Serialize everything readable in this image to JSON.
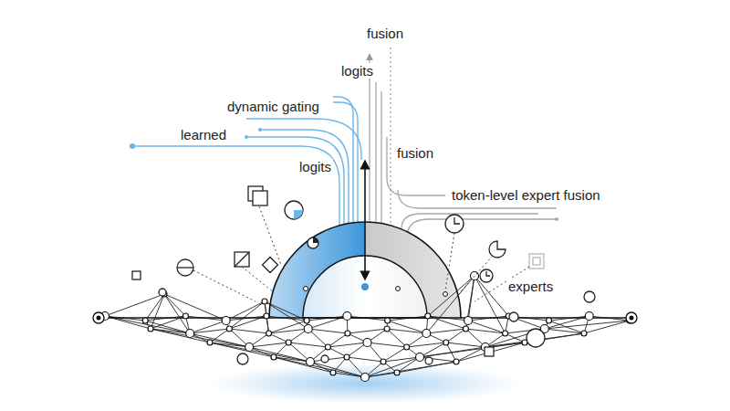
{
  "diagram": {
    "labels": [
      "fusion",
      "logits",
      "dynamic gating",
      "learned",
      "logits",
      "fusion",
      "token-level expert fusion",
      "experts"
    ]
  }
}
